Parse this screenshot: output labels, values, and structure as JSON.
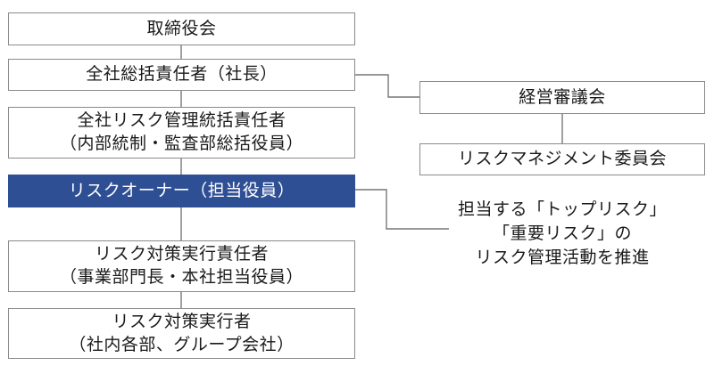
{
  "diagram": {
    "nodes": {
      "board": {
        "lines": [
          "取締役会"
        ]
      },
      "president": {
        "lines": [
          "全社総括責任者（社長）"
        ]
      },
      "risk_officer": {
        "lines": [
          "全社リスク管理統括責任者",
          "（内部統制・監査部総括役員）"
        ]
      },
      "risk_owner": {
        "lines": [
          "リスクオーナー（担当役員）"
        ]
      },
      "countermeasure_lead": {
        "lines": [
          "リスク対策実行責任者",
          "（事業部門長・本社担当役員）"
        ]
      },
      "executors": {
        "lines": [
          "リスク対策実行者",
          "（社内各部、グループ会社）"
        ]
      },
      "management_council": {
        "lines": [
          "経営審議会"
        ]
      },
      "rm_committee": {
        "lines": [
          "リスクマネジメント委員会"
        ]
      }
    },
    "note": {
      "lines": [
        "担当する「トップリスク」",
        "「重要リスク」の",
        "リスク管理活動を推進"
      ]
    },
    "colors": {
      "highlight_fill": "#2f4f95",
      "border": "#8a8a8a",
      "connector": "#777777"
    }
  }
}
